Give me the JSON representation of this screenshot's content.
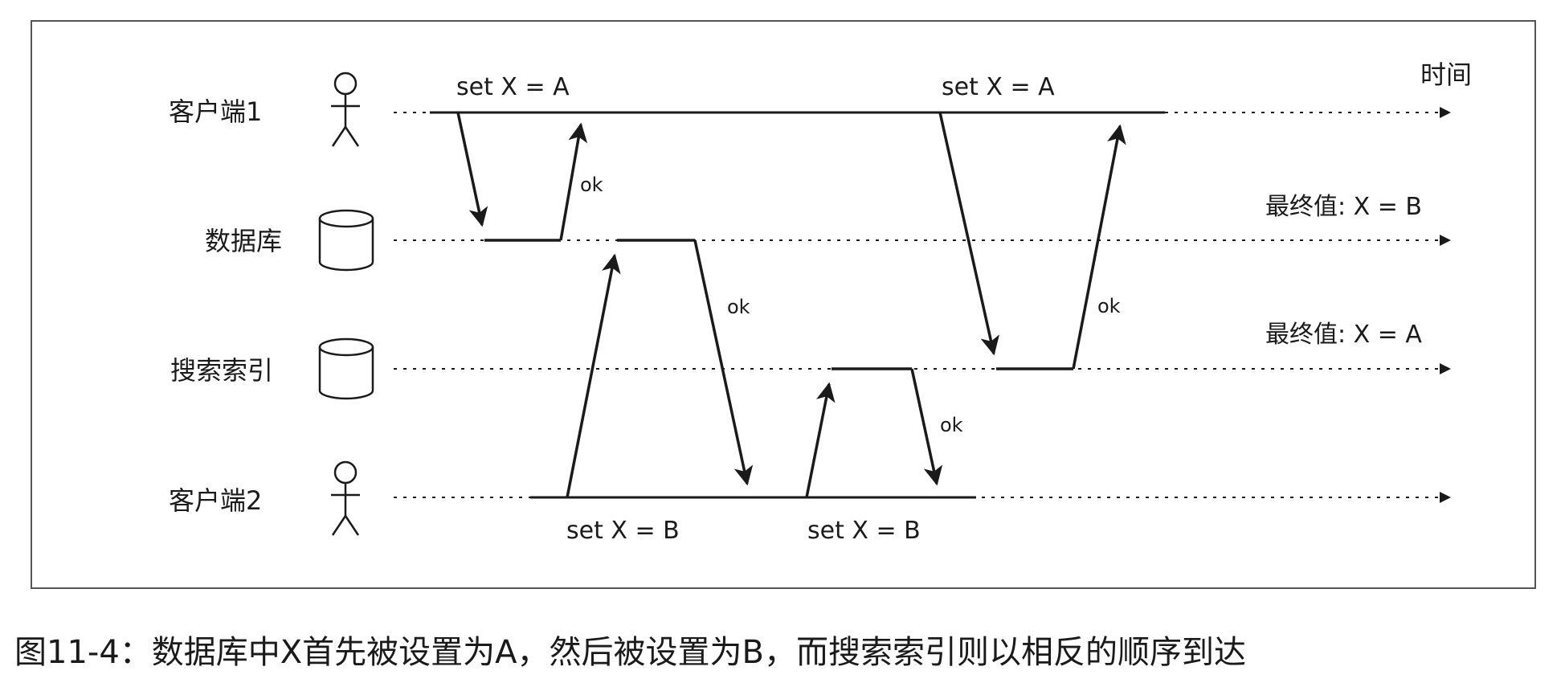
{
  "diagram": {
    "time_label": "时间",
    "participants": {
      "client1": "客户端1",
      "database": "数据库",
      "search_index": "搜索索引",
      "client2": "客户端2"
    },
    "operations": {
      "client1_first": "set X = A",
      "client1_second": "set X = A",
      "client2_first": "set X = B",
      "client2_second": "set X = B"
    },
    "acks": {
      "db_to_client1": "ok",
      "db_to_client2": "ok",
      "index_to_client2": "ok",
      "index_to_client1": "ok"
    },
    "final_values": {
      "database": "最终值: X = B",
      "search_index": "最终值: X = A"
    },
    "line_color": "#1a1a1a",
    "border_color": "#555555"
  },
  "caption": "图11-4：数据库中X首先被设置为A，然后被设置为B，而搜索索引则以相反的顺序到达"
}
